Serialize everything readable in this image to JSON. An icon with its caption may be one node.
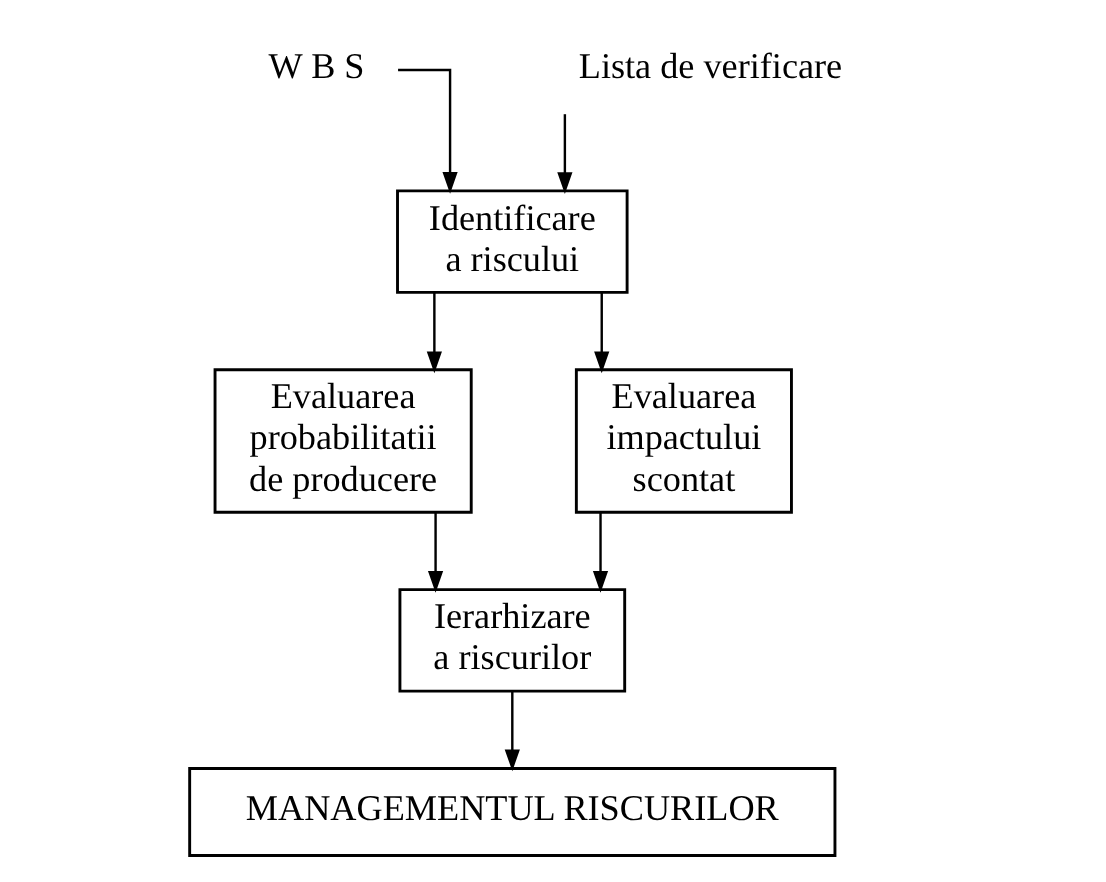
{
  "diagram": {
    "nodes": [
      {
        "text": [
          "W B S"
        ]
      },
      {
        "text": [
          "Lista de verificare"
        ]
      },
      {
        "text": [
          "Identificare a riscului"
        ]
      },
      {
        "text": [
          "Evaluarea probabilitatii de producere"
        ]
      },
      {
        "text": [
          "Evaluarea impactului scontat"
        ]
      },
      {
        "text": [
          "Ierarhizare a riscurilor"
        ]
      },
      {
        "text": [
          "MANAGEMENTUL RISCURILOR"
        ]
      }
    ],
    "edges": [
      {
        "from": 0,
        "to": 2,
        "arrow": "to"
      },
      {
        "from": 1,
        "to": 2,
        "arrow": "to"
      },
      {
        "from": 2,
        "to": 3,
        "arrow": "to"
      },
      {
        "from": 2,
        "to": 4,
        "arrow": "to"
      },
      {
        "from": 3,
        "to": 5,
        "arrow": "to"
      },
      {
        "from": 4,
        "to": 5,
        "arrow": "to"
      },
      {
        "from": 5,
        "to": 6,
        "arrow": "to"
      }
    ]
  }
}
